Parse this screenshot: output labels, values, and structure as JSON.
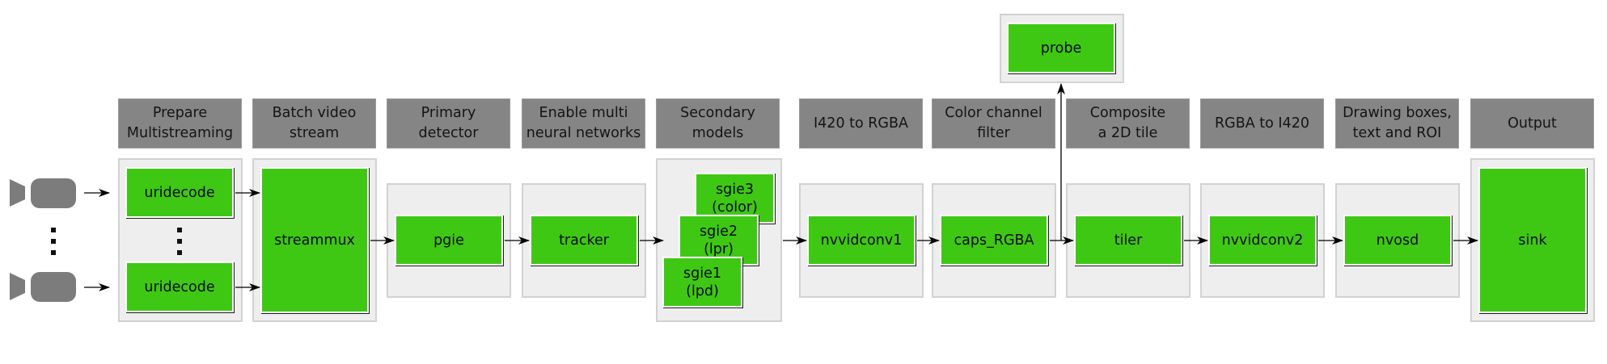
{
  "headers": [
    "Prepare\nMultistreaming",
    "Batch video\nstream",
    "Primary\ndetector",
    "Enable multi\nneural networks",
    "Secondary\nmodels",
    "I420 to RGBA",
    "Color channel\nfilter",
    "Composite\na 2D tile",
    "RGBA to I420",
    "Drawing boxes,\ntext and ROI",
    "Output"
  ],
  "elements": {
    "uridecode_top": "uridecode",
    "uridecode_bottom": "uridecode",
    "streammux": "streammux",
    "pgie": "pgie",
    "tracker": "tracker",
    "sgie3": "sgie3\n(color)",
    "sgie2": "sgie2\n(lpr)",
    "sgie1": "sgie1\n(lpd)",
    "nvvidconv1": "nvvidconv1",
    "caps_rgba": "caps_RGBA",
    "tiler": "tiler",
    "nvvidconv2": "nvvidconv2",
    "nvosd": "nvosd",
    "sink": "sink",
    "probe": "probe"
  },
  "icons": {
    "camera": "video-camera-icon",
    "ellipsis": "vertical-ellipsis-icon"
  },
  "colors": {
    "element": "#3ec814",
    "header": "#858585",
    "panel": "#efeeee",
    "panel_border": "#d2d2d2"
  }
}
